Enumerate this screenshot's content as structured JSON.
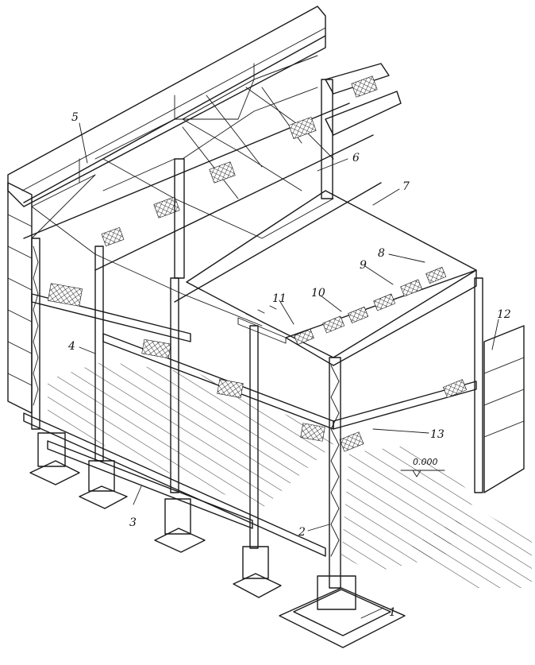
{
  "diagram": {
    "labels": [
      {
        "id": "1",
        "text": "1"
      },
      {
        "id": "2",
        "text": "2"
      },
      {
        "id": "3",
        "text": "3"
      },
      {
        "id": "4",
        "text": "4"
      },
      {
        "id": "5",
        "text": "5"
      },
      {
        "id": "6",
        "text": "6"
      },
      {
        "id": "7",
        "text": "7"
      },
      {
        "id": "8",
        "text": "8"
      },
      {
        "id": "9",
        "text": "9"
      },
      {
        "id": "10",
        "text": "10"
      },
      {
        "id": "11",
        "text": "11"
      },
      {
        "id": "12",
        "text": "12"
      },
      {
        "id": "13",
        "text": "13"
      }
    ],
    "elevation_mark": "0.000"
  }
}
